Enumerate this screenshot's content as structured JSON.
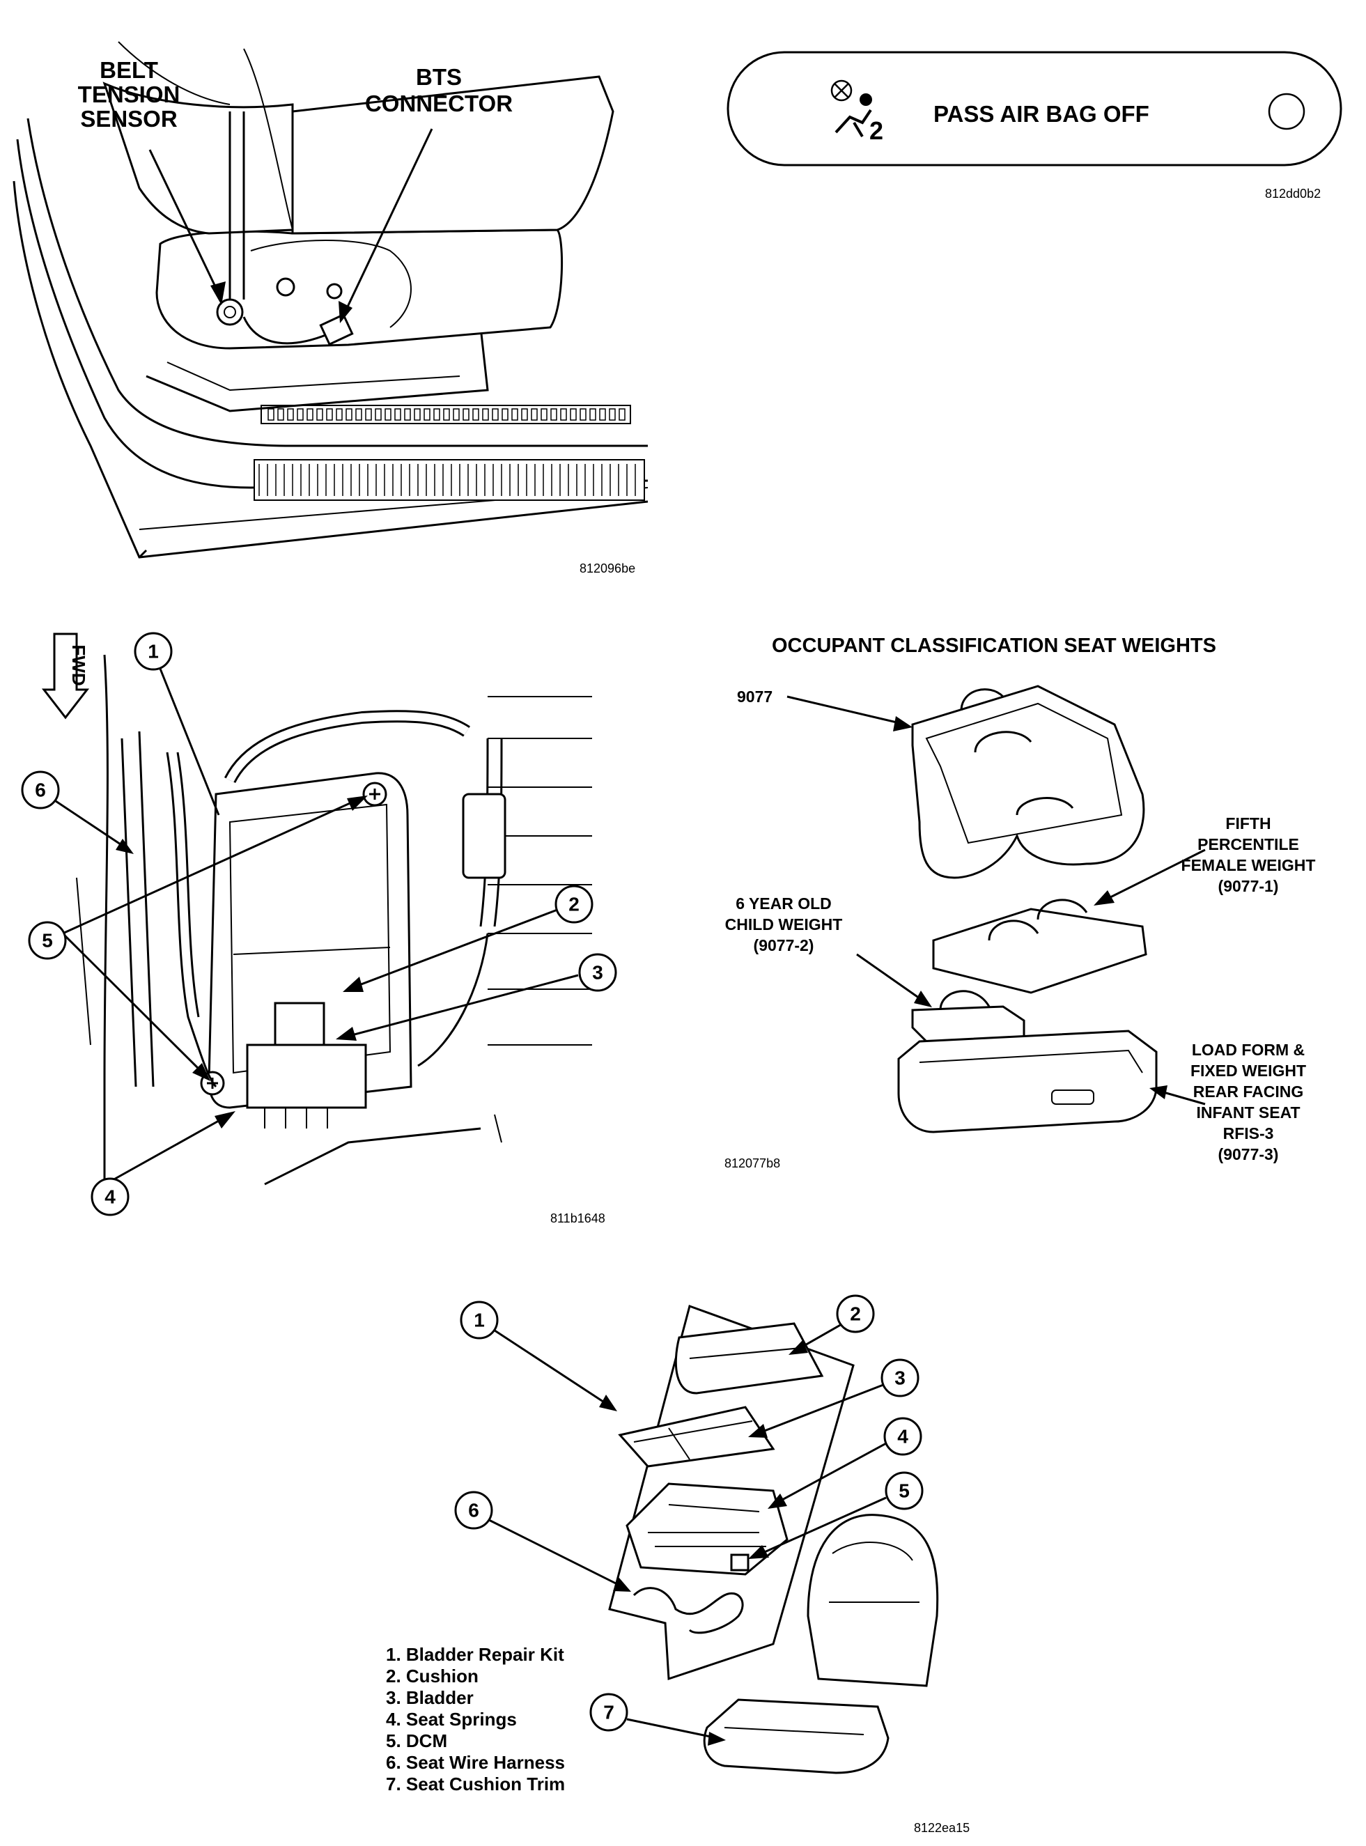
{
  "figure1": {
    "label_belt_tension_sensor": [
      "BELT",
      "TENSION",
      "SENSOR"
    ],
    "label_bts_connector": [
      "BTS",
      "CONNECTOR"
    ],
    "code": "812096be"
  },
  "indicator": {
    "text": "PASS AIR BAG OFF",
    "icon_number": "2",
    "code": "812dd0b2"
  },
  "figure2": {
    "fwd_label": "FWD",
    "callouts": [
      "1",
      "2",
      "3",
      "4",
      "5",
      "6"
    ],
    "code": "811b1648"
  },
  "figure3": {
    "title": "OCCUPANT CLASSIFICATION SEAT WEIGHTS",
    "label_9077": "9077",
    "label_fifth": [
      "FIFTH",
      "PERCENTILE",
      "FEMALE WEIGHT",
      "(9077-1)"
    ],
    "label_child": [
      "6 YEAR OLD",
      "CHILD WEIGHT",
      "(9077-2)"
    ],
    "label_load": [
      "LOAD FORM &",
      "FIXED WEIGHT",
      "REAR FACING",
      "INFANT SEAT",
      "RFIS-3",
      "(9077-3)"
    ],
    "code": "812077b8"
  },
  "figure4": {
    "callouts": [
      "1",
      "2",
      "3",
      "4",
      "5",
      "6",
      "7"
    ],
    "legend": [
      "1. Bladder Repair Kit",
      "2. Cushion",
      "3. Bladder",
      "4. Seat Springs",
      "5. DCM",
      "6. Seat Wire Harness",
      "7. Seat Cushion Trim"
    ],
    "code": "8122ea15"
  }
}
